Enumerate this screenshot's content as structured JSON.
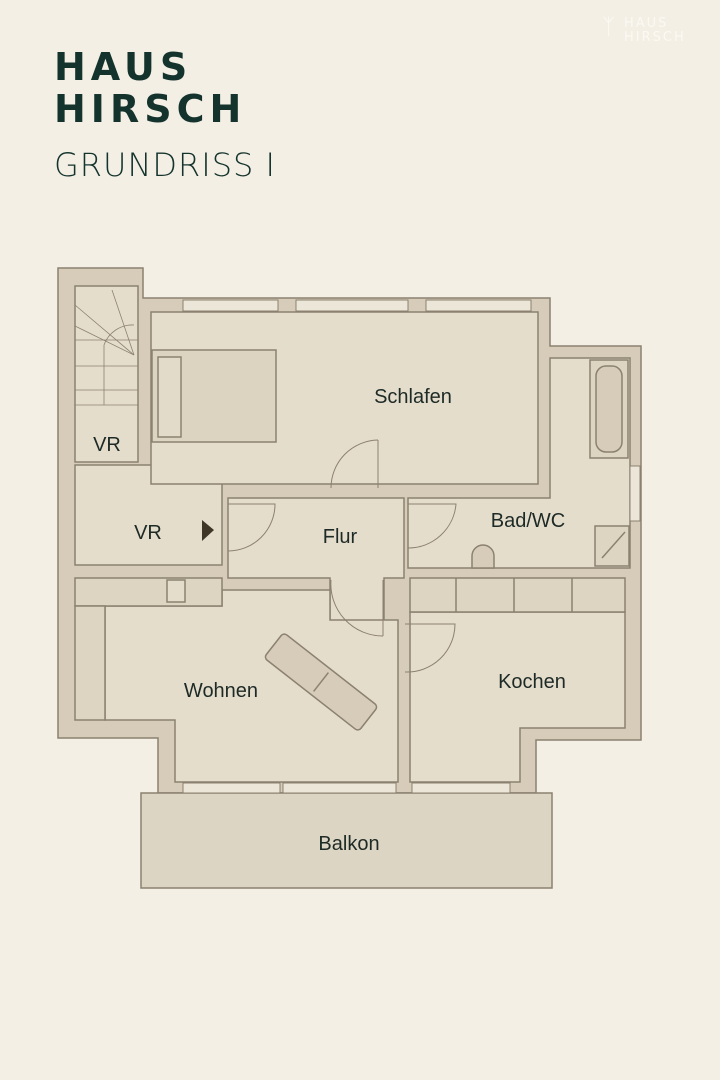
{
  "header": {
    "brand_line1": "HAUS",
    "brand_line2": "HIRSCH",
    "subtitle": "GRUNDRISS I"
  },
  "watermark": {
    "line1": "HAUS",
    "line2": "HIRSCH",
    "icon": "deer-antler-icon"
  },
  "rooms": {
    "schlafen": "Schlafen",
    "vr_top": "VR",
    "vr": "VR",
    "flur": "Flur",
    "bad": "Bad/WC",
    "wohnen": "Wohnen",
    "kochen": "Kochen",
    "balkon": "Balkon"
  },
  "colors": {
    "background": "#f3efe5",
    "wall": "#d6ccb9",
    "room": "#e5ddcc",
    "line": "#8c8170",
    "text": "#13332c"
  }
}
